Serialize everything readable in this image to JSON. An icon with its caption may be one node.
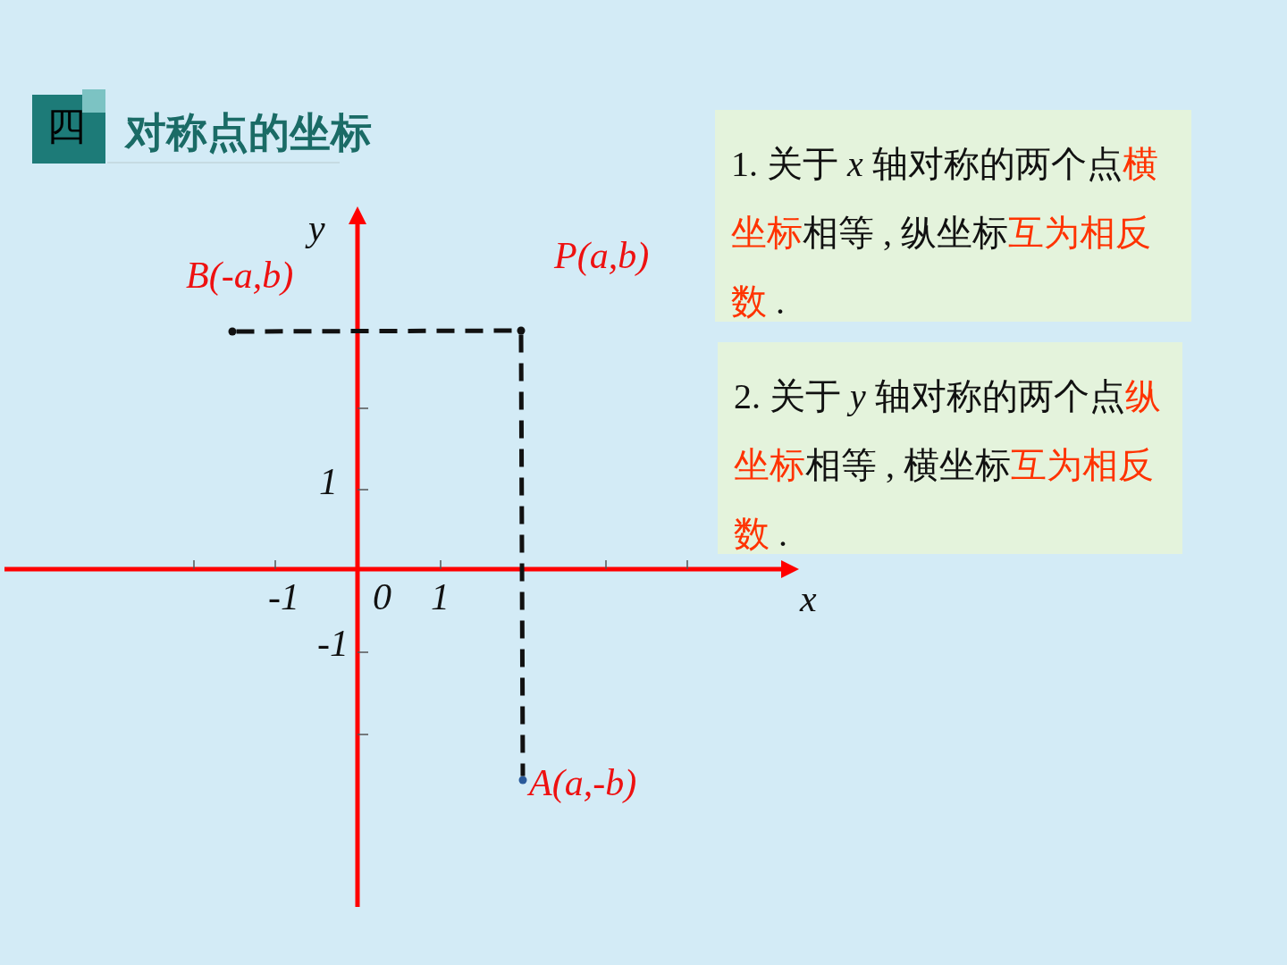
{
  "diagram": {
    "title": "对称点的坐标",
    "nodes": [
      {
        "text": [
          "1. 关于 *x* 轴对称的两个点",
          "横坐标",
          "相等 , 纵坐标",
          "互为相反数",
          " ."
        ]
      },
      {
        "text": [],
        "shape": "circle",
        "beside": [
          "B(-a,b)"
        ]
      },
      {
        "text": [],
        "shape": "circle",
        "beside": [
          "P(a,b)"
        ]
      },
      {
        "text": [
          "2. 关于 *y* 轴对称的两个点",
          "纵坐标",
          "相等 , 横坐标",
          "互为相反数",
          " ."
        ]
      },
      {
        "text": [],
        "shape": "circle",
        "beside": [
          "A(a,-b)"
        ]
      }
    ],
    "edges": [
      {
        "from": 1,
        "to": 2,
        "arrow": "none",
        "style": "dashed"
      },
      {
        "from": 2,
        "to": 4,
        "arrow": "none",
        "style": "dashed"
      }
    ],
    "labels": [
      "四",
      "y",
      "1",
      "-1",
      "0",
      "1",
      "x",
      "-1"
    ]
  }
}
